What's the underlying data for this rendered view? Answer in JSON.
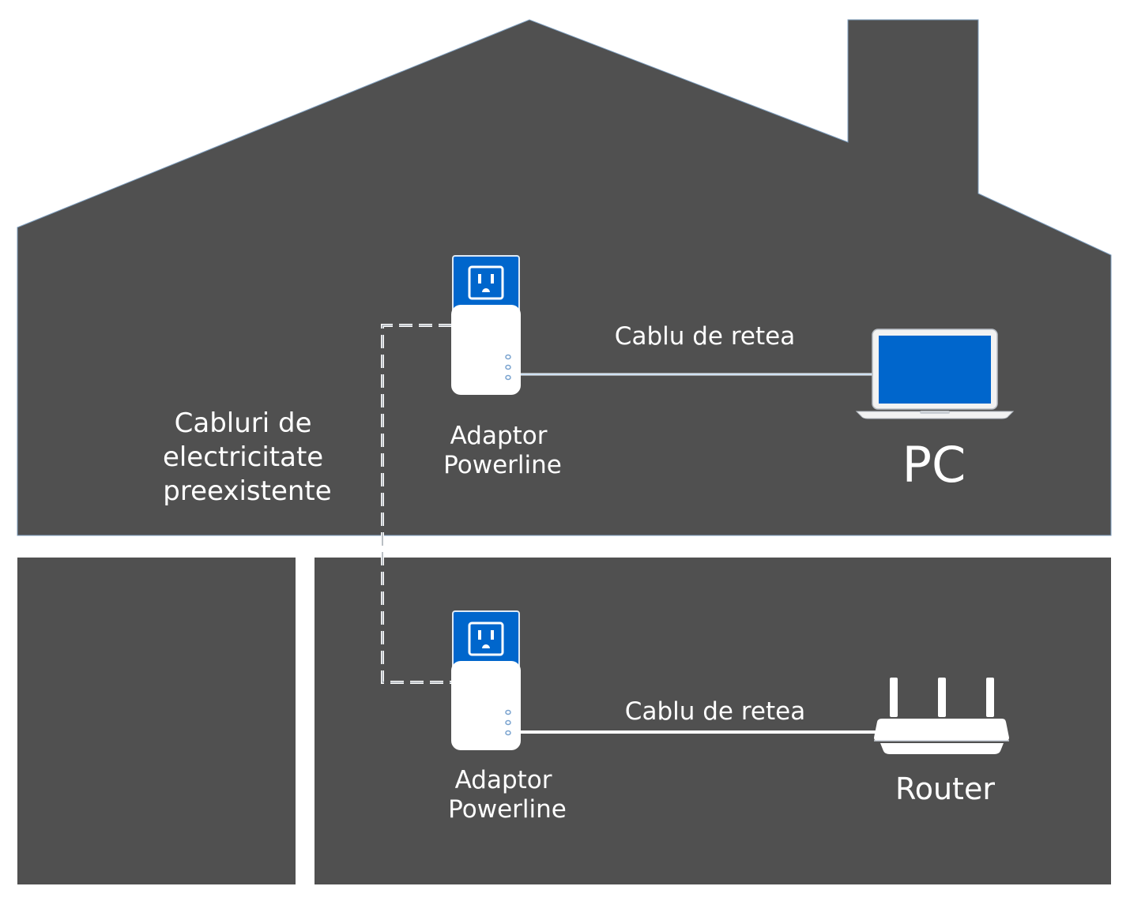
{
  "colors": {
    "house": "#505050",
    "background": "#ffffff",
    "accent_blue": "#0066cc",
    "wire": "#ffffff"
  },
  "labels": {
    "wiring": [
      "Cabluri de",
      "electricitate",
      "preexistente"
    ],
    "adapter_top": [
      "Adaptor",
      "Powerline"
    ],
    "adapter_bottom": [
      "Adaptor",
      "Powerline"
    ],
    "cable_top": "Cablu de retea",
    "cable_bottom": "Cablu de retea",
    "pc": "PC",
    "router": "Router"
  },
  "icons": {
    "adapter": "powerline-adapter-icon",
    "outlet": "power-outlet-icon",
    "laptop": "laptop-icon",
    "router": "router-icon"
  }
}
